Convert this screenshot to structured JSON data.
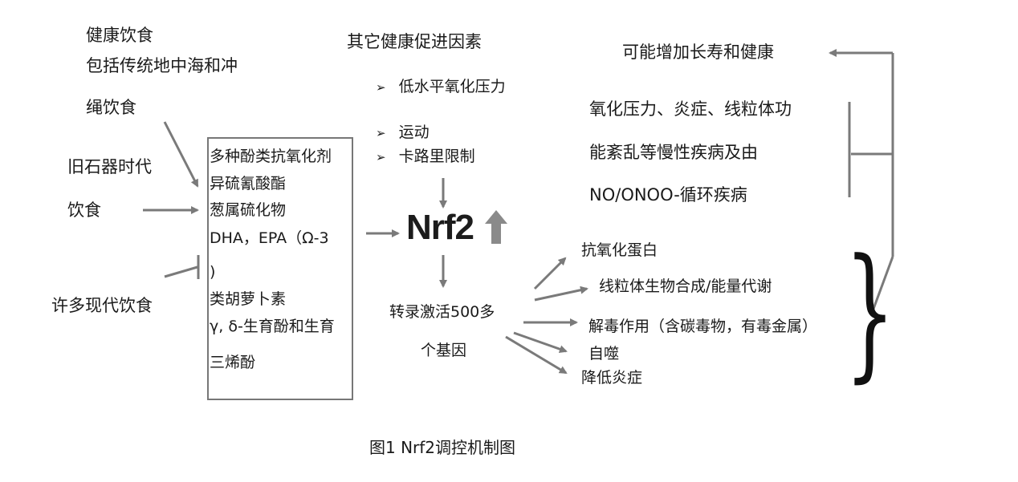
{
  "left": {
    "healthy_diet": [
      "健康饮食",
      "包括传统地中海和冲",
      "绳饮食"
    ],
    "paleo_diet": [
      "旧石器时代",
      "饮食"
    ],
    "modern_diet": "许多现代饮食"
  },
  "compounds": [
    "多种酚类抗氧化剂",
    "异硫氰酸酯",
    "葱属硫化物",
    "DHA，EPA（Ω-3",
    ")",
    "类胡萝卜素",
    "γ, δ-生育酚和生育",
    "三烯酚"
  ],
  "other_factors": {
    "title": "其它健康促进因素",
    "items": [
      "低水平氧化压力",
      "运动",
      "卡路里限制"
    ]
  },
  "center": {
    "nrf2": "Nrf2",
    "transcription": [
      "转录激活500多",
      "个基因"
    ]
  },
  "outcomes": [
    "抗氧化蛋白",
    "线粒体生物合成/能量代谢",
    "解毒作用（含碳毒物，有毒金属）",
    "自噬",
    "降低炎症"
  ],
  "right": {
    "longevity": "可能增加长寿和健康",
    "chronic": [
      "氧化压力、炎症、线粒体功",
      "能紊乱等慢性疾病及由",
      "NO/ONOO-循环疾病"
    ]
  },
  "caption": "图1  Nrf2调控机制图",
  "colors": {
    "arrow": "#7a7a7a",
    "up_arrow": "#8a8a8a"
  }
}
